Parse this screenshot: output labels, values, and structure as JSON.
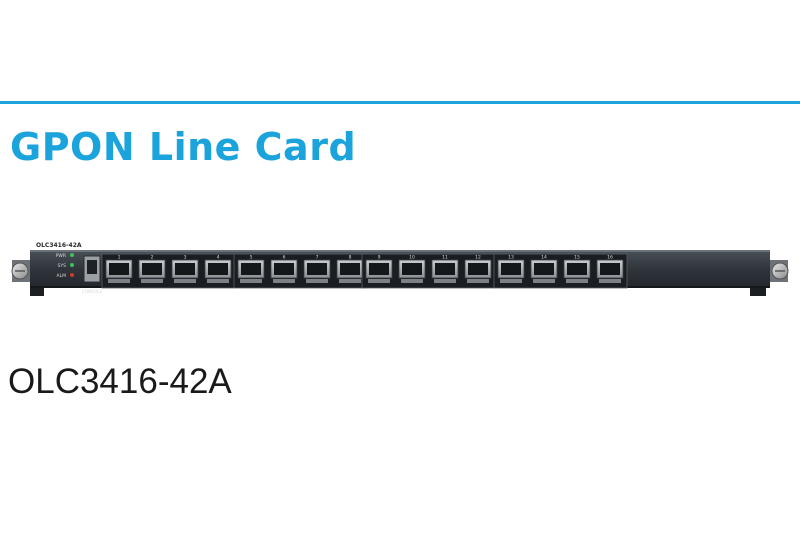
{
  "heading": "GPON Line Card",
  "model": "OLC3416-42A",
  "brand_color": "#1ba3dc",
  "card": {
    "label": "OLC3416-42A",
    "leds": [
      "PWR",
      "SYS",
      "ALM"
    ],
    "console_label": "CONSOLE",
    "port_numbers": [
      "1",
      "2",
      "3",
      "4",
      "5",
      "6",
      "7",
      "8",
      "9",
      "10",
      "11",
      "12",
      "13",
      "14",
      "15",
      "16"
    ]
  }
}
